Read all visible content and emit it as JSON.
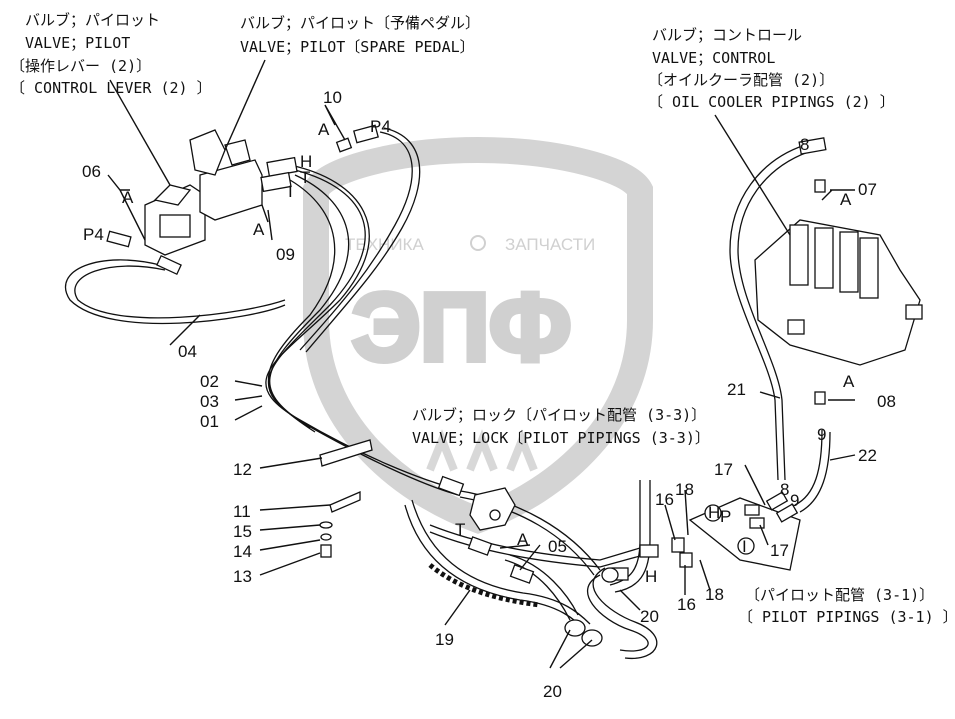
{
  "watermark": {
    "top_text": "ТЕХНИКА",
    "top_text_right": "ЗАПЧАСТИ",
    "logo": "ЭПФ"
  },
  "labels": {
    "valve_pilot_jp": "バルブ；パイロット",
    "valve_pilot_en": "VALVE；PILOT",
    "control_lever_jp": "〔操作レバー (2)〕",
    "control_lever_en": "〔 CONTROL LEVER (2) 〕",
    "valve_pilot_spare_jp": "バルブ；パイロット〔予備ペダル〕",
    "valve_pilot_spare_en": "VALVE；PILOT〔SPARE PEDAL〕",
    "valve_control_jp": "バルブ；コントロール",
    "valve_control_en": "VALVE；CONTROL",
    "oil_cooler_jp": "〔オイルクーラ配管 (2)〕",
    "oil_cooler_en": "〔 OIL COOLER PIPINGS (2) 〕",
    "valve_lock_jp": "バルブ；ロック〔パイロット配管 (3-3)〕",
    "valve_lock_en": "VALVE；LOCK〔PILOT PIPINGS (3-3)〕",
    "pilot_pipings_jp": "〔パイロット配管 (3-1)〕",
    "pilot_pipings_en": "〔 PILOT PIPINGS (3-1) 〕"
  },
  "part_numbers": {
    "p10": "10",
    "pA1": "A",
    "pP4a": "P4",
    "pH1": "H",
    "pT1": "T",
    "pI1": "I",
    "p06": "06",
    "pA2": "A",
    "pP4b": "P4",
    "pA3": "A",
    "p09": "09",
    "p04": "04",
    "p02": "02",
    "p03": "03",
    "p01": "01",
    "p8top": "8",
    "p07": "07",
    "pA4": "A",
    "p21": "21",
    "pA5": "A",
    "p08": "08",
    "p9a": "9",
    "p22": "22",
    "p12": "12",
    "p11": "11",
    "p15": "15",
    "p14": "14",
    "p13": "13",
    "pT2": "T",
    "pA6": "A",
    "p05": "05",
    "p17a": "17",
    "p8b": "8",
    "p9b": "9",
    "p17b": "17",
    "p16a": "16",
    "p18a": "18",
    "pHc": "H",
    "pIc": "I",
    "pPc": "P",
    "p16b": "16",
    "p18b": "18",
    "pHf": "H",
    "p20a": "20",
    "p19": "19",
    "p20b": "20"
  }
}
